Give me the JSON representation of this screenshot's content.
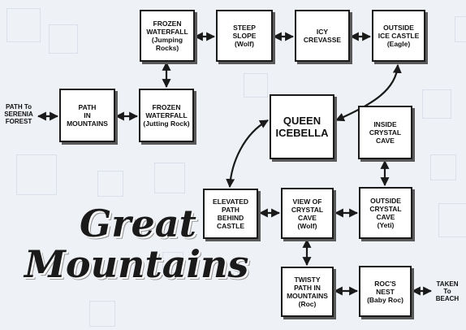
{
  "title": {
    "line1": "Great",
    "line2": "Mountains"
  },
  "nodes": {
    "frozen_waterfall_jumping": {
      "name": "FROZEN\nWATERFALL",
      "sub": "(Jumping\nRocks)"
    },
    "steep_slope": {
      "name": "STEEP\nSLOPE",
      "sub": "(Wolf)"
    },
    "icy_crevasse": {
      "name": "ICY\nCREVASSE",
      "sub": ""
    },
    "outside_ice_castle": {
      "name": "OUTSIDE\nICE CASTLE",
      "sub": "(Eagle)"
    },
    "path_in_mountains": {
      "name": "PATH\nIN\nMOUNTAINS",
      "sub": ""
    },
    "frozen_waterfall_jutting": {
      "name": "FROZEN\nWATERFALL",
      "sub": "(Jutting\nRock)"
    },
    "queen_icebella": {
      "name": "QUEEN\nICEBELLA",
      "sub": ""
    },
    "inside_crystal_cave": {
      "name": "INSIDE\nCRYSTAL\nCAVE",
      "sub": ""
    },
    "elevated_path": {
      "name": "ELEVATED\nPATH\nBEHIND\nCASTLE",
      "sub": ""
    },
    "view_crystal_cave": {
      "name": "VIEW OF\nCRYSTAL\nCAVE",
      "sub": "(Wolf)"
    },
    "outside_crystal_cave": {
      "name": "OUTSIDE\nCRYSTAL\nCAVE",
      "sub": "(Yeti)"
    },
    "twisty_path": {
      "name": "TWISTY\nPATH IN\nMOUNTAINS",
      "sub": "(Roc)"
    },
    "rocs_nest": {
      "name": "ROC'S\nNEST",
      "sub": "(Baby Roc)"
    }
  },
  "external": {
    "serenia": "PATH To\nSERENIA\nFOREST",
    "beach": "TAKEN\nTo\nBEACH"
  },
  "colors": {
    "ink": "#1a1a1a",
    "box": "#ffffff",
    "background": "#eef1f6",
    "shadow": "#5a5a5a"
  }
}
